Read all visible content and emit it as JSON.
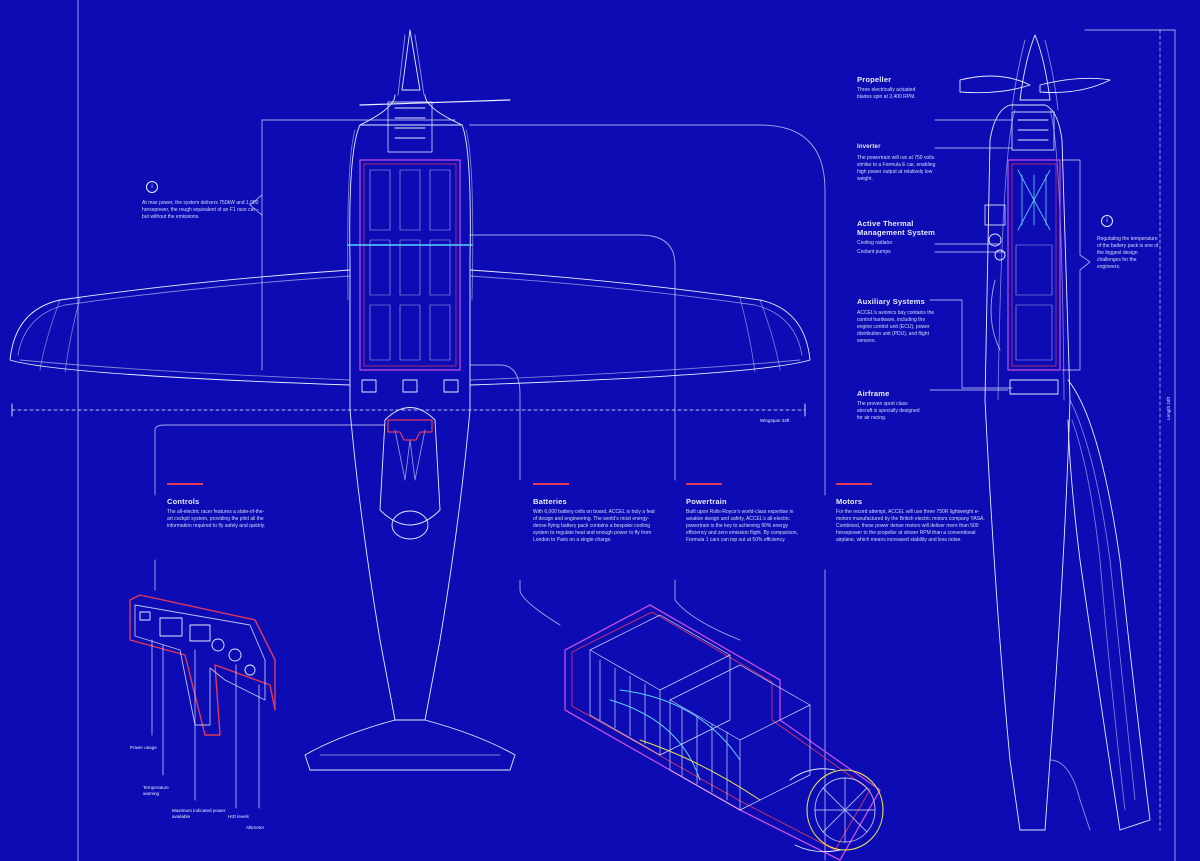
{
  "colors": {
    "background": "#0d0bb3",
    "line": "#e8edff",
    "accent_red": "#e03a5a",
    "accent_cyan": "#5ad4ff",
    "accent_magenta": "#c44de0",
    "accent_yellow": "#e8e05a"
  },
  "icons": [
    "info-icon"
  ],
  "top_view": {
    "info_badge": "i",
    "info_text": "At max power, the system delivers 750kW and 1,000 horsepower, the rough equivalent of an F1 race car – but without the emissions.",
    "wingspan_label": "Wingspan 24ft"
  },
  "side_view": {
    "length_label": "Length 24ft",
    "info_badge": "i",
    "info_text": "Regulating the temperature of the battery pack is one of the biggest design challenges for the engineers.",
    "sections": [
      {
        "title": "Propeller",
        "text": "Three electrically actuated blades spin at 2,400 RPM."
      },
      {
        "title": "Inverter",
        "text": "The powertrain will run at 750 volts similar to a Formula E car, enabling high power output at relatively low weight."
      },
      {
        "title": "Active Thermal Management System",
        "items": [
          "Cooling radiator",
          "Coolant pumps"
        ]
      },
      {
        "title": "Auxiliary Systems",
        "text": "ACCEL’s avionics bay contains the control hardware, including the engine control unit (ECU), power distribution unit (PDU), and flight sensors."
      },
      {
        "title": "Airframe",
        "text": "The proven sport class aircraft is specially designed for air racing."
      }
    ]
  },
  "bottom_sections": [
    {
      "title": "Controls",
      "text": "The all-electric racer features a state-of-the-art cockpit system, providing the pilot all the information required to fly safely and quickly."
    },
    {
      "title": "Batteries",
      "text": "With 6,000 battery cells on board, ACCEL is truly a feat of design and engineering. The world’s most energy-dense flying battery pack contains a bespoke cooling system to regulate heat and enough power to fly from London to Paris on a single charge."
    },
    {
      "title": "Powertrain",
      "text": "Built upon Rolls-Royce’s world-class expertise in aviation design and safety, ACCEL’s all-electric powertrain is the key to achieving 90% energy efficiency and zero emission flight. By comparison, Formula 1 cars can top out at 50% efficiency."
    },
    {
      "title": "Motors",
      "text": "For the record attempt, ACCEL will use three 750R lightweight e-motors manufactured by the British electric motors company YASA. Combined, these power dense motors will deliver more than 500 horsepower to the propeller at slower RPM than a conventional airplane, which means increased stability and less noise."
    }
  ],
  "control_panel_callouts": [
    "Power usage",
    "Temperature warning",
    "Maximum indicated power available",
    "HID levels",
    "Altimeter"
  ]
}
